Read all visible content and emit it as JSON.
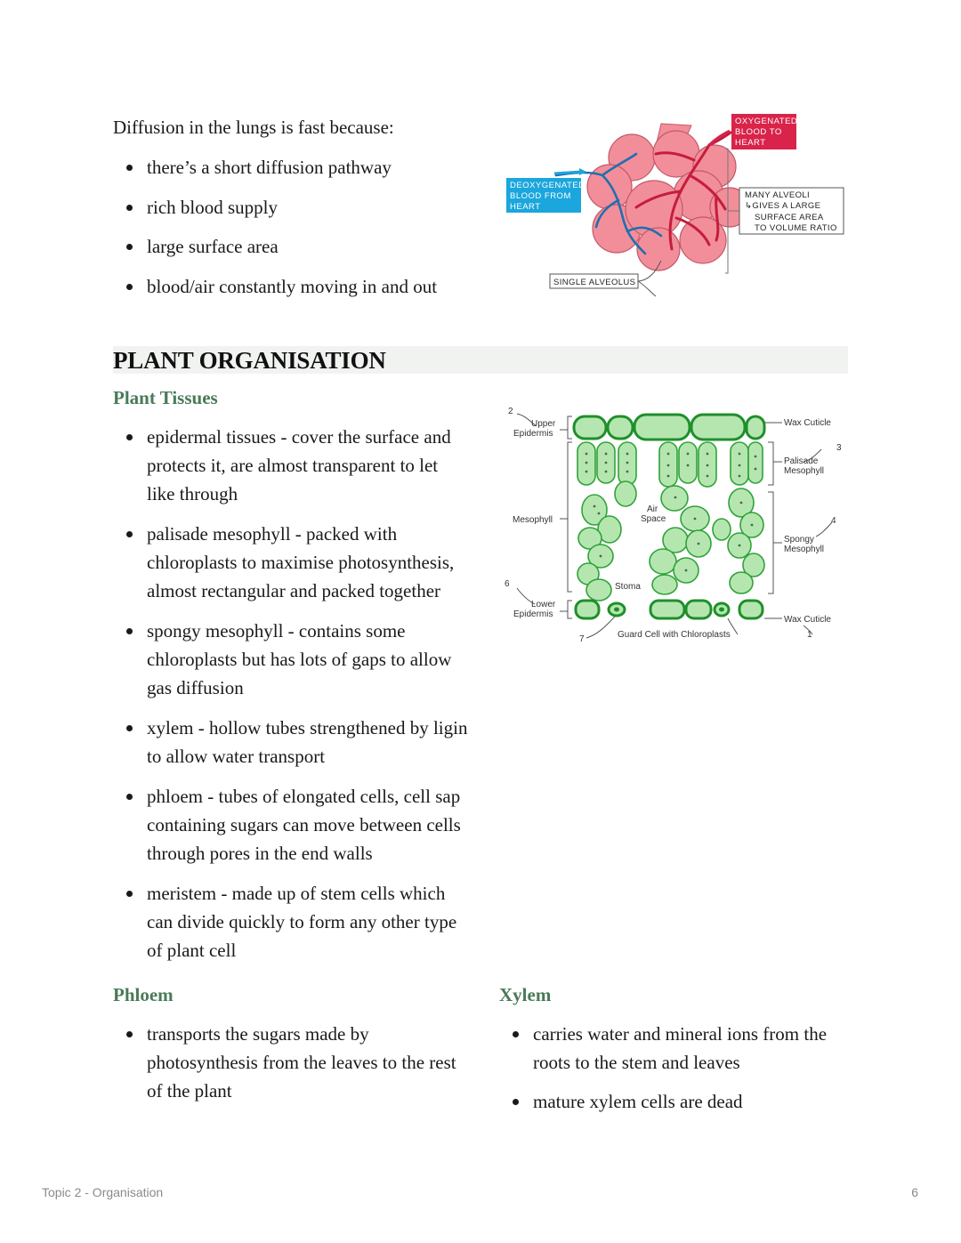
{
  "intro": "Diffusion in the lungs is fast because:",
  "lung_points": [
    "there’s a short diffusion pathway",
    "rich blood supply",
    "large surface area",
    "blood/air constantly moving in and out"
  ],
  "lung_diagram": {
    "oxygenated": [
      "OXYGENATED",
      "BLOOD TO",
      "HEART"
    ],
    "deoxygenated": [
      "DEOXYGENATED",
      "BLOOD FROM",
      "HEART"
    ],
    "alveoli": [
      "MANY ALVEOLI",
      "↳GIVES A LARGE",
      "SURFACE AREA",
      "TO VOLUME RATIO"
    ],
    "single": "SINGLE ALVEOLUS",
    "colors": {
      "oxygenated": "#d9234a",
      "deoxygenated": "#1ba6dd",
      "alveolus": "#f28e9a"
    }
  },
  "section_title": "PLANT ORGANISATION",
  "plant_tissues": {
    "heading": "Plant Tissues",
    "items": [
      "epidermal tissues - cover the surface and protects it, are almost transparent to let like through",
      "palisade mesophyll - packed with chloroplasts to maximise photosynthesis, almost rectangular and packed together",
      "spongy mesophyll - contains some chloroplasts but has lots of gaps to allow gas diffusion",
      "xylem - hollow tubes strengthened by ligin to allow water transport",
      "phloem - tubes of elongated cells, cell sap containing sugars can move between cells through pores in the end walls",
      "meristem - made up of stem cells which can divide quickly to form any other type of plant cell"
    ]
  },
  "leaf_diagram": {
    "upper_epidermis": [
      "Upper",
      "Epidermis"
    ],
    "mesophyll": "Mesophyll",
    "lower_epidermis": [
      "Lower",
      "Epidermis"
    ],
    "wax_cuticle_top": "Wax Cuticle",
    "palisade": [
      "Palisade",
      "Mesophyll"
    ],
    "spongy": [
      "Spongy",
      "Mesophyll"
    ],
    "wax_cuticle_bottom": "Wax Cuticle",
    "air_space": [
      "Air",
      "Space"
    ],
    "stoma": "Stoma",
    "guard_cell": "Guard Cell with Chloroplasts",
    "numbers": [
      "2",
      "3",
      "4",
      "6",
      "7",
      "1"
    ],
    "colors": {
      "cell_fill": "#b6e6b0",
      "cell_stroke": "#2fa33a"
    }
  },
  "phloem": {
    "heading": "Phloem",
    "items": [
      "transports the sugars made by photosynthesis from the leaves to the rest of the plant"
    ]
  },
  "xylem": {
    "heading": "Xylem",
    "items": [
      "carries water and mineral ions from the roots to the stem and leaves",
      "mature xylem cells are dead"
    ]
  },
  "footer": {
    "title": "Topic 2 - Organisation",
    "page": "6"
  }
}
